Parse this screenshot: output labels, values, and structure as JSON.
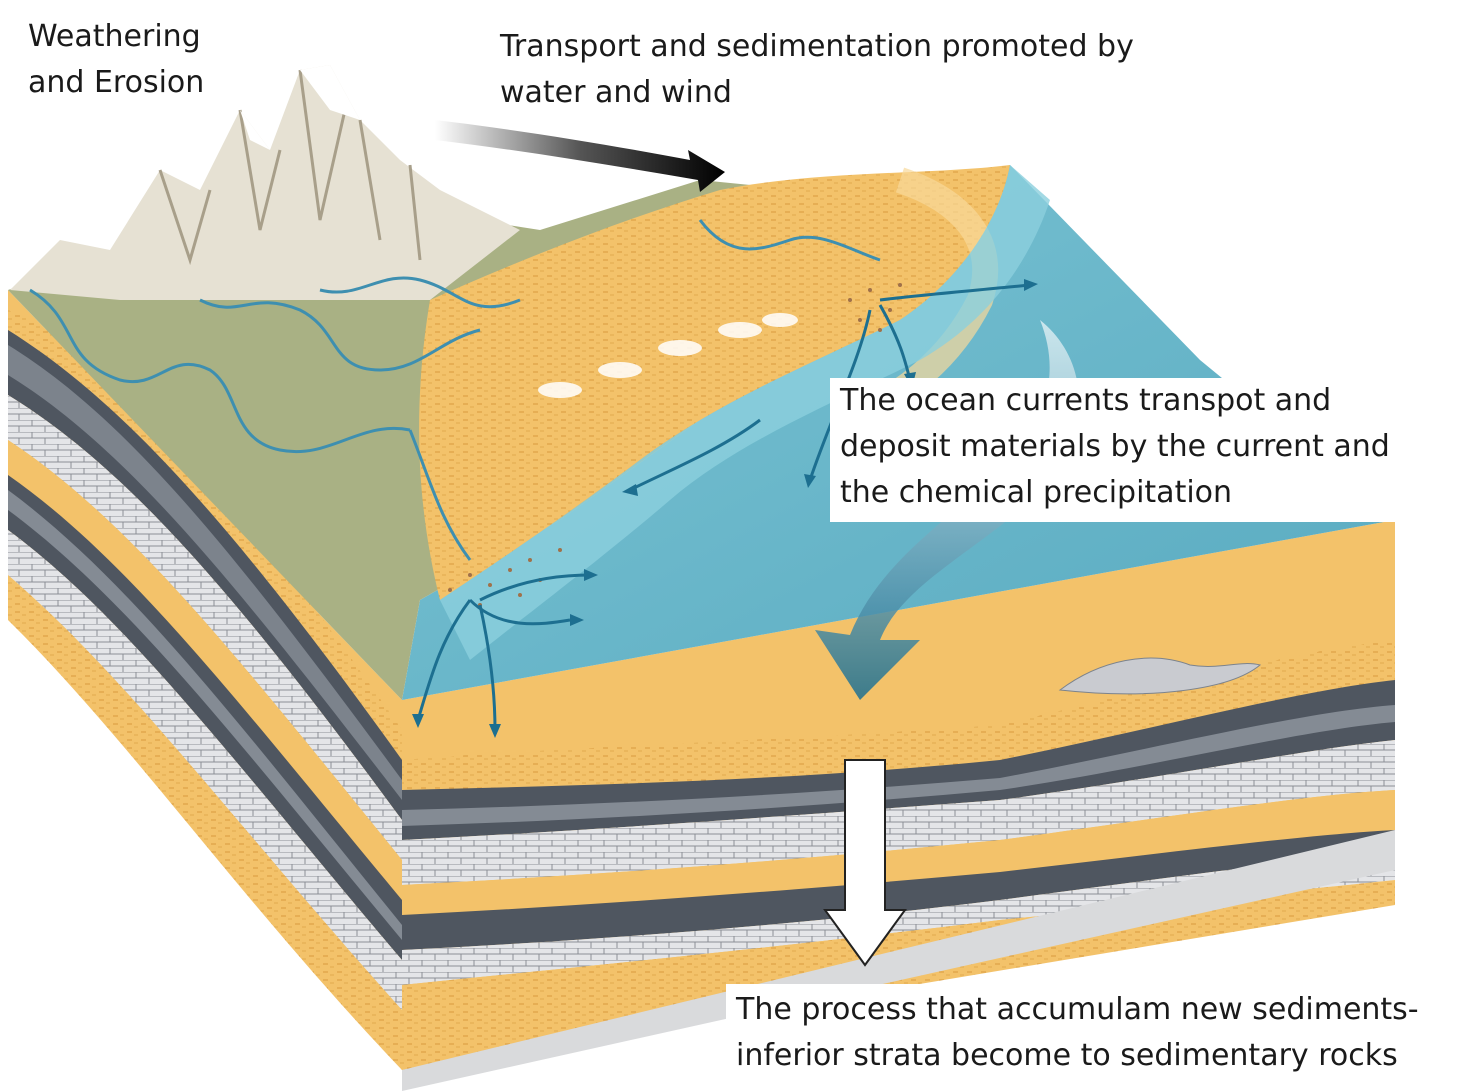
{
  "labels": {
    "weathering": [
      "Weathering",
      "and Erosion"
    ],
    "transport": [
      "Transport and sedimentation promoted by",
      "water and wind"
    ],
    "ocean": [
      "The ocean currents transpot and",
      "deposit materials by the current and",
      "the chemical precipitation"
    ],
    "process": [
      " The process that accumulam new sediments-",
      "inferior  strata become to sedimentary rocks"
    ]
  },
  "colors": {
    "sand": "#f3c26a",
    "sand_light": "#f8d99a",
    "ocean": "#5aaec2",
    "ocean_light": "#8ccfdd",
    "shale": "#4f5660",
    "limestone": "#dcdde0",
    "mountain": "#e6e1d3",
    "lowland": "#a9b184",
    "river": "#3e8fb0",
    "arrow_dark": "#1d6f90"
  }
}
